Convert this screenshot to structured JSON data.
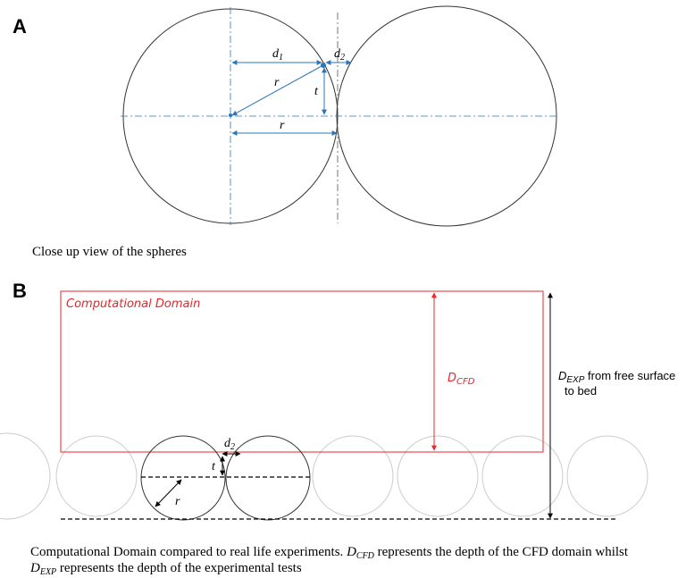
{
  "panel_a": {
    "label": "A",
    "caption": "Close up view of the spheres",
    "labels": {
      "d1": "d",
      "d1_sub": "1",
      "d2": "d",
      "d2_sub": "2",
      "r_diag": "r",
      "t": "t",
      "r_horiz": "r"
    }
  },
  "panel_b": {
    "label": "B",
    "domain_title": "Computational Domain",
    "dcfd": "D",
    "dcfd_sub": "CFD",
    "dexp": "D",
    "dexp_sub": "EXP",
    "dexp_line1": " from free surface",
    "dexp_line2": "to bed",
    "d2": "d",
    "d2_sub": "2",
    "t": "t",
    "r": "r",
    "caption_line1_a": "Computational Domain compared to real life experiments. ",
    "caption_cfd": "D",
    "caption_cfd_sub": "CFD",
    "caption_line1_b": " represents the depth of the CFD domain whilst",
    "caption_exp": "D",
    "caption_exp_sub": "EXP",
    "caption_line2_b": " represents the depth of the experimental tests"
  },
  "colors": {
    "accent_blue": "#2e75b6",
    "domain_red": "#e8262a",
    "faint_grey": "#cccccc"
  }
}
